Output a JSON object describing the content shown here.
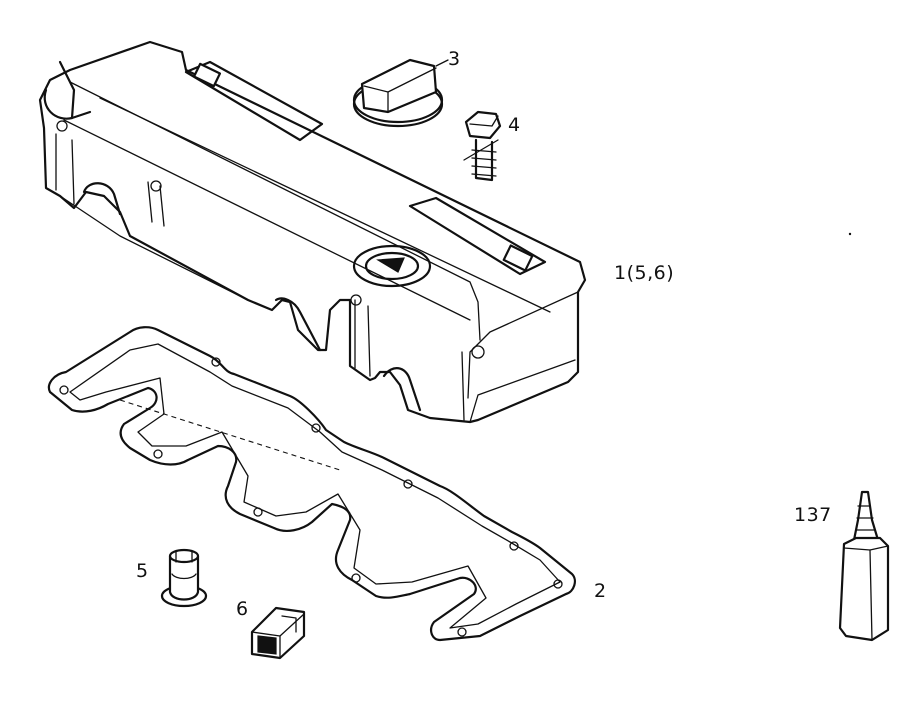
{
  "callouts": {
    "oil_cap": "3",
    "bolt": "4",
    "valve_cover": "1(5,6)",
    "gasket": "2",
    "grommet": "5",
    "clip": "6",
    "sealant": "137"
  }
}
